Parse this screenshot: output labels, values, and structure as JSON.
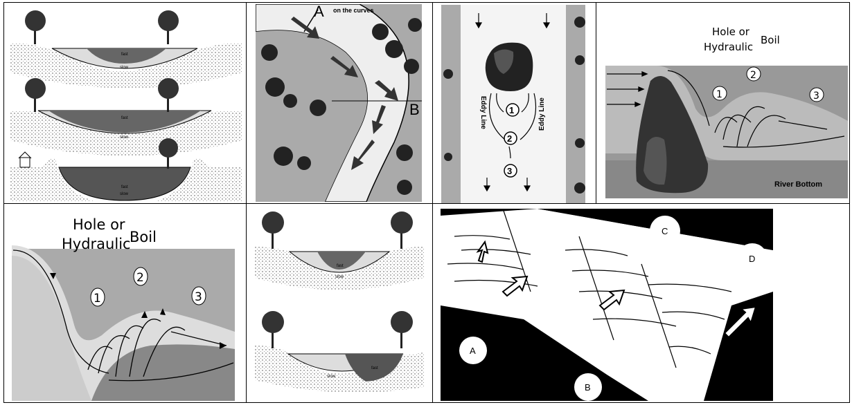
{
  "panel1": {
    "diagrams": [
      {
        "fast_label": "fast",
        "slow_label": "slow"
      },
      {
        "fast_label": "fast",
        "slow_label": "slow"
      },
      {
        "fast_label": "fast",
        "slow_label": "slow"
      }
    ]
  },
  "panel2": {
    "marker_a": "A",
    "marker_b": "B",
    "caption": "on the curves"
  },
  "panel3": {
    "left_label": "Eddy Line",
    "right_label": "Eddy Line",
    "numbers": [
      "1",
      "2",
      "3"
    ]
  },
  "panel4": {
    "hole_label_line1": "Hole or",
    "hole_label_line2": "Hydraulic",
    "boil_label": "Boil",
    "numbers": [
      "1",
      "2",
      "3"
    ],
    "bottom_label": "River Bottom"
  },
  "panel5": {
    "hole_label_line1": "Hole or",
    "hole_label_line2": "Hydraulic",
    "boil_label": "Boil",
    "numbers": [
      "1",
      "2",
      "3"
    ]
  },
  "panel6": {
    "diagrams": [
      {
        "fast_label": "fast",
        "slow_label": "slow"
      },
      {
        "fast_label": "fast",
        "slow_label": "slow"
      }
    ]
  },
  "panel7": {
    "letters": [
      "A",
      "B",
      "C",
      "D"
    ]
  }
}
